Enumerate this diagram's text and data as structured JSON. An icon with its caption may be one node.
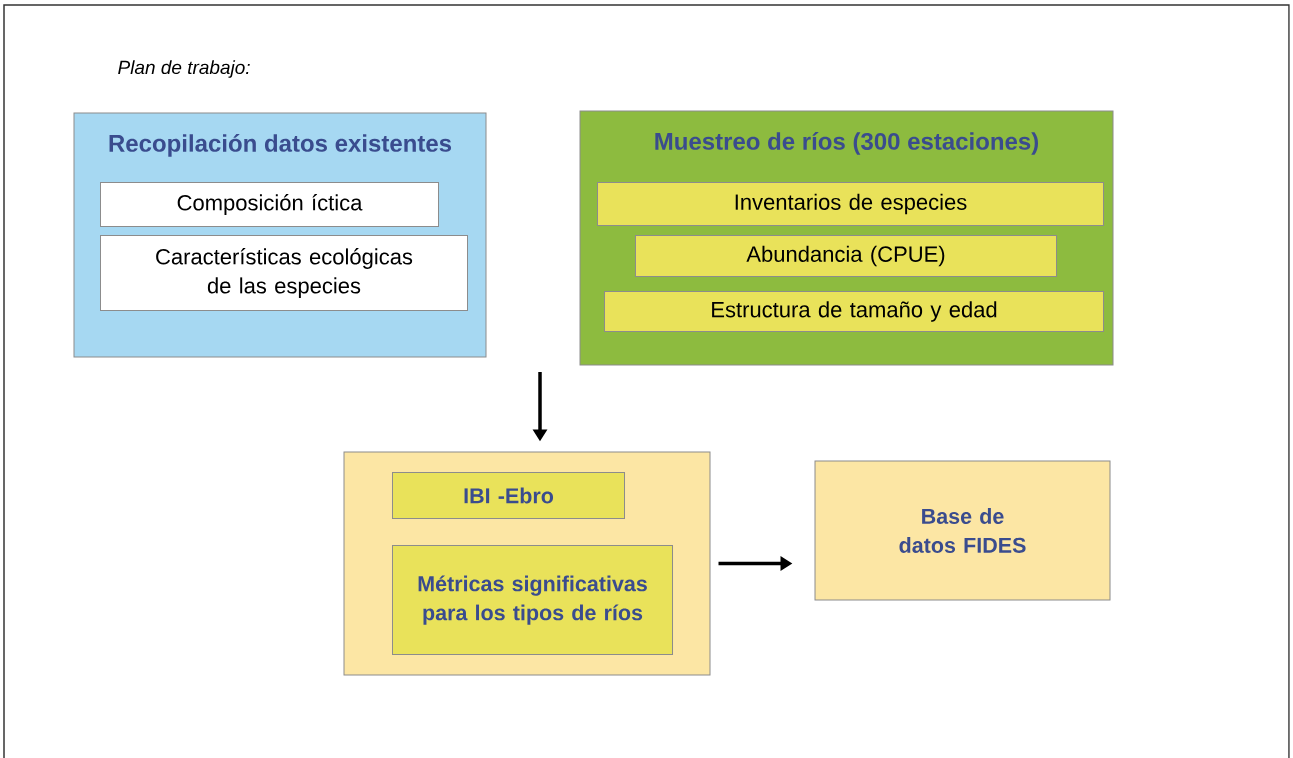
{
  "diagram": {
    "nodes": [
      {
        "text": [
          "Recopilación datos existentes"
        ]
      },
      {
        "text": [
          "Composición íctica"
        ],
        "in": 0
      },
      {
        "text": [
          "Características ecológicas de las especies"
        ],
        "in": 0
      },
      {
        "text": [
          "Muestreo de ríos (300 estaciones)"
        ]
      },
      {
        "text": [
          "Inventarios de especies"
        ],
        "in": 3
      },
      {
        "text": [
          "Abundancia (CPUE)"
        ],
        "in": 3
      },
      {
        "text": [
          "Estructura de tamaño y edad"
        ],
        "in": 3
      },
      {
        "text": [],
        "shape": "box"
      },
      {
        "text": [
          "IBI -Ebro"
        ],
        "in": 7
      },
      {
        "text": [
          "Métricas significativas para los tipos de ríos"
        ],
        "in": 7
      },
      {
        "text": [
          "Base de datos FIDES"
        ]
      }
    ],
    "edges": [
      {
        "from": null,
        "to": 7,
        "arrow": "to"
      },
      {
        "from": 7,
        "to": 10,
        "arrow": "to"
      }
    ],
    "labels": [
      "Plan de trabajo:"
    ]
  }
}
